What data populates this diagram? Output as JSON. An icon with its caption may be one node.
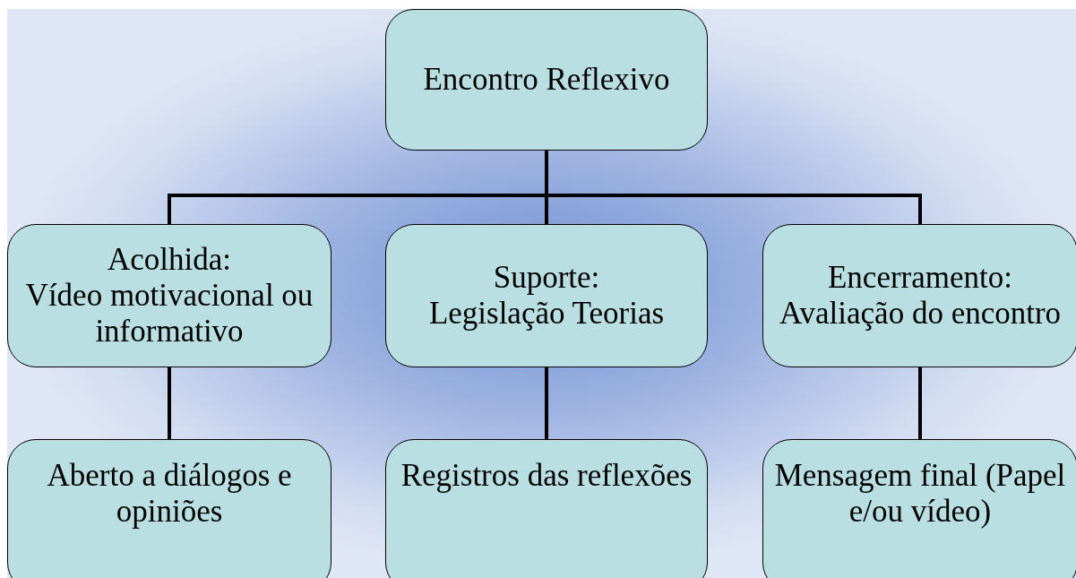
{
  "diagram": {
    "nodes": [
      {
        "text": [
          "Encontro Reflexivo"
        ]
      },
      {
        "text": [
          "Acolhida:",
          "Vídeo motivacional ou informativo"
        ]
      },
      {
        "text": [
          "Suporte:",
          "Legislação Teorias"
        ]
      },
      {
        "text": [
          "Encerramento:",
          "Avaliação do encontro"
        ]
      },
      {
        "text": [
          "Aberto a diálogos e opiniões"
        ]
      },
      {
        "text": [
          "Registros das reflexões"
        ]
      },
      {
        "text": [
          "Mensagem final (Papel e/ou vídeo)"
        ]
      }
    ],
    "edges": [
      {
        "from": 0,
        "to": 1,
        "arrow": "none"
      },
      {
        "from": 0,
        "to": 2,
        "arrow": "none"
      },
      {
        "from": 0,
        "to": 3,
        "arrow": "none"
      },
      {
        "from": 1,
        "to": 4,
        "arrow": "none"
      },
      {
        "from": 2,
        "to": 5,
        "arrow": "none"
      },
      {
        "from": 3,
        "to": 6,
        "arrow": "none"
      }
    ]
  }
}
